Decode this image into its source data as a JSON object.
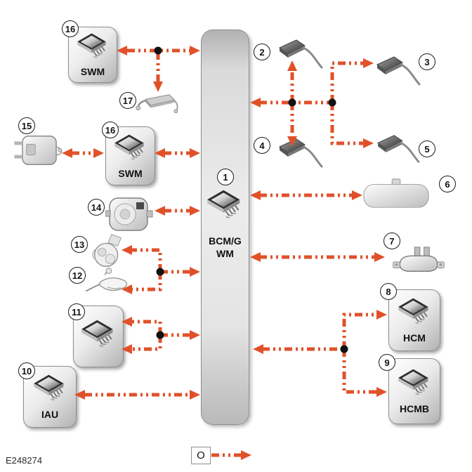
{
  "figure_id": "E248274",
  "colors": {
    "connector": "#e0512a",
    "junction": "#111111"
  },
  "center": {
    "number": "1",
    "label": "BCM/GWM",
    "icon": "chip-icon"
  },
  "modules": [
    {
      "number": "16",
      "label": "SWM",
      "icon": "chip-icon"
    },
    {
      "number": "16",
      "label": "SWM",
      "icon": "chip-icon"
    },
    {
      "number": "11",
      "label": "",
      "icon": "chip-icon"
    },
    {
      "number": "10",
      "label": "IAU",
      "icon": "chip-icon"
    },
    {
      "number": "8",
      "label": "HCM",
      "icon": "chip-icon"
    },
    {
      "number": "9",
      "label": "HCMB",
      "icon": "chip-icon"
    }
  ],
  "components": [
    {
      "number": "17",
      "icon": "flat-module-icon"
    },
    {
      "number": "15",
      "icon": "camera-module-icon"
    },
    {
      "number": "14",
      "icon": "sounder-icon"
    },
    {
      "number": "13",
      "icon": "sensor-icon"
    },
    {
      "number": "12",
      "icon": "column-stalk-icon"
    },
    {
      "number": "2",
      "icon": "antenna-module-icon"
    },
    {
      "number": "3",
      "icon": "antenna-module-icon"
    },
    {
      "number": "4",
      "icon": "antenna-module-icon"
    },
    {
      "number": "5",
      "icon": "antenna-module-icon"
    },
    {
      "number": "6",
      "icon": "mirror-icon"
    },
    {
      "number": "7",
      "icon": "bracket-module-icon"
    }
  ],
  "legend": {
    "symbol": "O",
    "line_style": "orange dash-dot arrow"
  },
  "connections": [
    {
      "from": "16 SWM (upper)",
      "to": "1 BCM/GWM",
      "branch_to": "17",
      "bidirectional": true
    },
    {
      "from": "15",
      "to": "16 SWM (lower)",
      "bidirectional": true
    },
    {
      "from": "16 SWM (lower)",
      "to": "1 BCM/GWM",
      "bidirectional": true
    },
    {
      "from": "14",
      "to": "1 BCM/GWM",
      "bidirectional": true
    },
    {
      "from": "1 BCM/GWM",
      "to": "13 and 12",
      "bidirectional": true
    },
    {
      "from": "1 BCM/GWM",
      "to": "11",
      "bidirectional": true
    },
    {
      "from": "10 IAU",
      "to": "1 BCM/GWM",
      "bidirectional": true
    },
    {
      "from": "1 BCM/GWM",
      "to": "2, 4 and 3, 5",
      "bidirectional": true
    },
    {
      "from": "1 BCM/GWM",
      "to": "6",
      "bidirectional": true
    },
    {
      "from": "1 BCM/GWM",
      "to": "7",
      "bidirectional": true
    },
    {
      "from": "1 BCM/GWM",
      "to": "8 HCM and 9 HCMB",
      "bidirectional": true
    }
  ]
}
